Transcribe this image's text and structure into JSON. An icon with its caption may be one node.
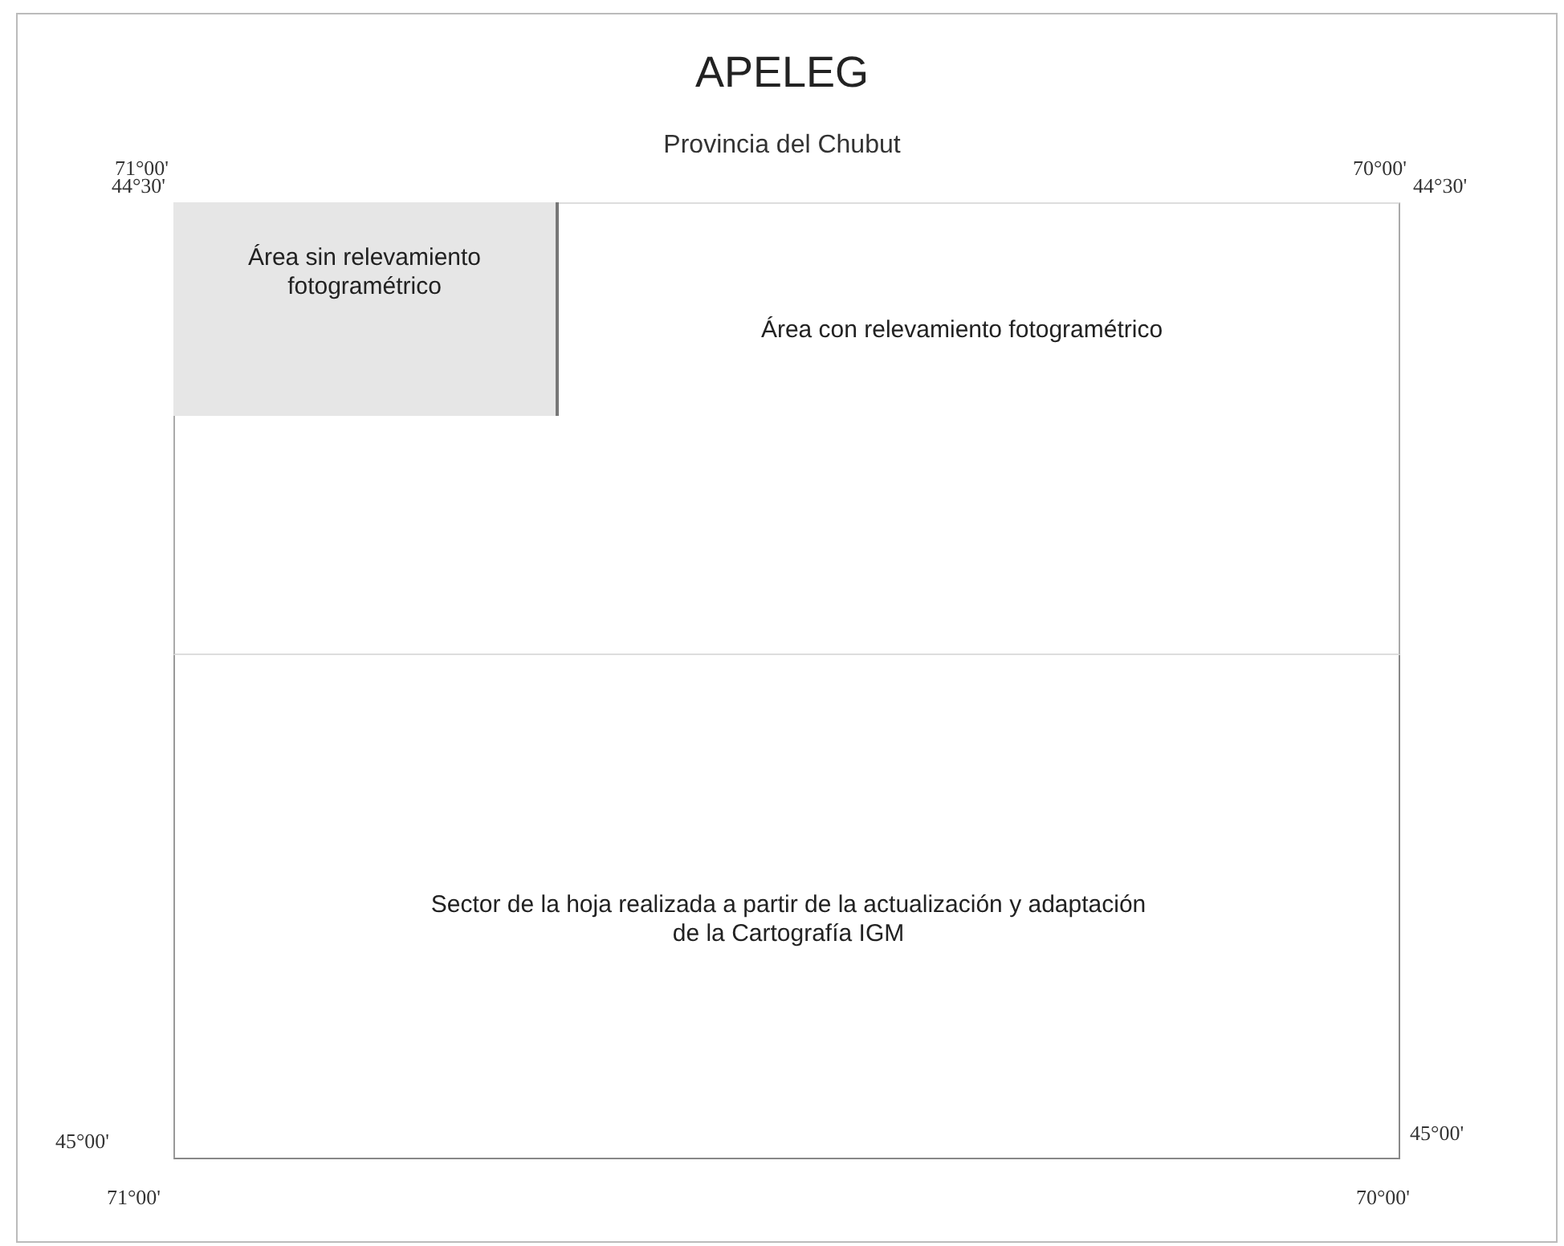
{
  "diagram": {
    "title": "APELEG",
    "nodes": [
      {
        "text": [
          "Área con relevamiento fotogramétrico"
        ]
      },
      {
        "text": [
          "Área sin relevamiento fotogramétrico"
        ],
        "in": 0
      },
      {
        "text": [
          "Sector de la hoja realizada a partir de la actualización y adaptación de la Cartografía IGM"
        ]
      }
    ],
    "labels": [
      "Provincia del Chubut",
      "71°00'",
      "70°00'",
      "44°30'",
      "44°30'",
      "45°00'",
      "45°00'",
      "71°00'",
      "70°00'"
    ]
  }
}
